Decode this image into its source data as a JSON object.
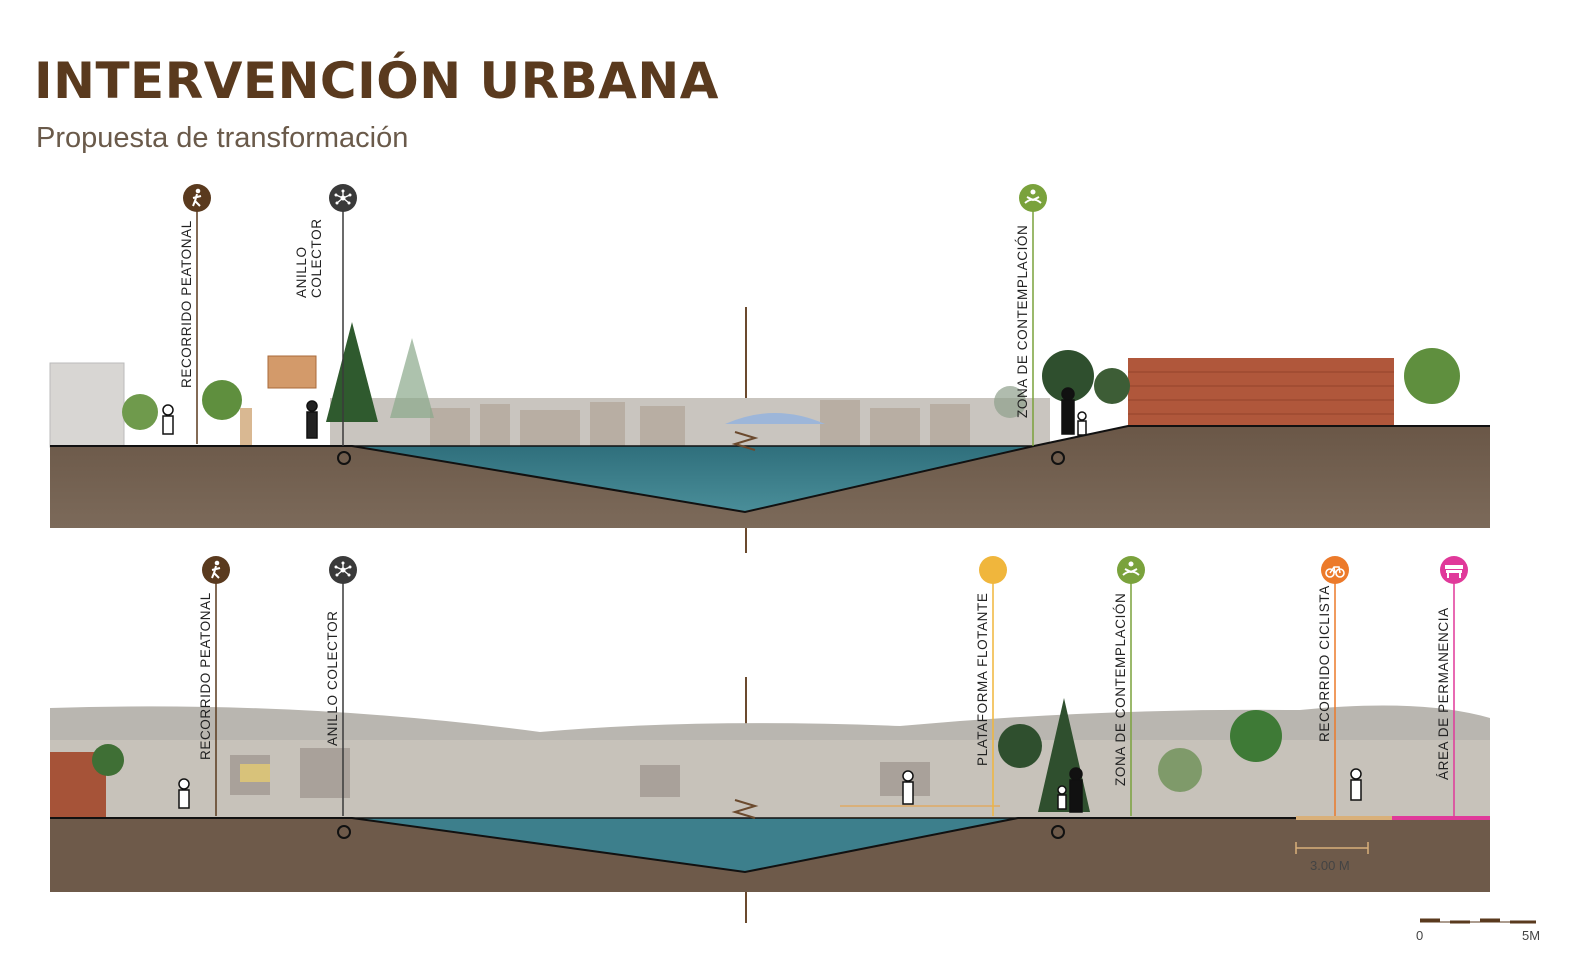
{
  "header": {
    "title": "INTERVENCIÓN URBANA",
    "subtitle": "Propuesta de transformación"
  },
  "colors": {
    "soil": "#6e5a4a",
    "water": "#3d7f8c",
    "brown_marker": "#5a3a1e",
    "dark_marker": "#3a3a3a",
    "green_marker": "#7aa23c",
    "yellow_marker": "#f0b63c",
    "orange_marker": "#ec7a2a",
    "pink_marker": "#e0399a"
  },
  "section_top": {
    "markers": [
      {
        "id": "recorrido-peatonal",
        "lines": [
          "RECORRIDO PEATONAL"
        ],
        "color": "brown_marker",
        "icon": "pedestrian-icon"
      },
      {
        "id": "anillo-colector",
        "lines": [
          "ANILLO",
          "COLECTOR"
        ],
        "color": "dark_marker",
        "icon": "collector-network-icon"
      },
      {
        "id": "zona-contemplacion",
        "lines": [
          "ZONA DE CONTEMPLACIÓN"
        ],
        "color": "green_marker",
        "icon": "meditation-icon"
      }
    ]
  },
  "section_bottom": {
    "markers": [
      {
        "id": "recorrido-peatonal",
        "lines": [
          "RECORRIDO PEATONAL"
        ],
        "color": "brown_marker",
        "icon": "pedestrian-icon"
      },
      {
        "id": "anillo-colector",
        "lines": [
          "ANILLO COLECTOR"
        ],
        "color": "dark_marker",
        "icon": "collector-network-icon"
      },
      {
        "id": "plataforma-flotante",
        "lines": [
          "PLATAFORMA FLOTANTE"
        ],
        "color": "yellow_marker",
        "icon": "circle-icon"
      },
      {
        "id": "zona-contemplacion",
        "lines": [
          "ZONA DE CONTEMPLACIÓN"
        ],
        "color": "green_marker",
        "icon": "meditation-icon"
      },
      {
        "id": "recorrido-ciclista",
        "lines": [
          "RECORRIDO CICLISTA"
        ],
        "color": "orange_marker",
        "icon": "bicycle-icon"
      },
      {
        "id": "area-permanencia",
        "lines": [
          "ÁREA DE PERMANENCIA"
        ],
        "color": "pink_marker",
        "icon": "bench-icon"
      }
    ],
    "dimension": "3.00 M"
  },
  "scale": {
    "start": "0",
    "end": "5M"
  }
}
